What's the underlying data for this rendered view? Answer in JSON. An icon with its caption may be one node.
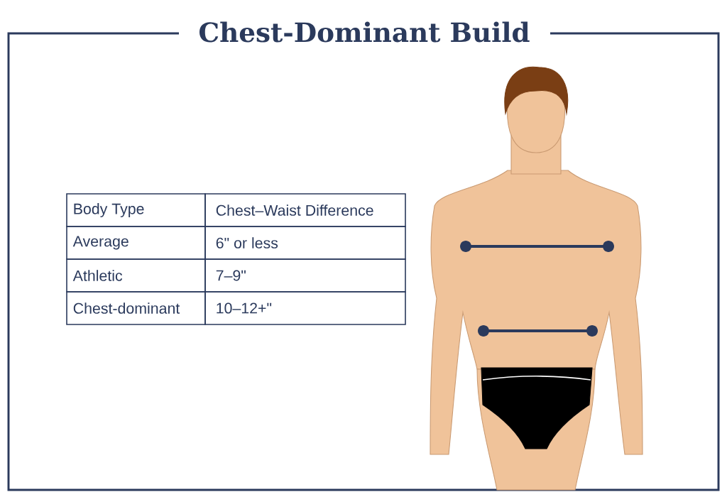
{
  "diagram": {
    "title": "Chest-Dominant Build",
    "labels": [
      "Body Type",
      "Chest–Waist Difference",
      "Average",
      "6\" or less",
      "Athletic",
      "7–9\"",
      "Chest-dominant",
      "10–12+\""
    ]
  }
}
